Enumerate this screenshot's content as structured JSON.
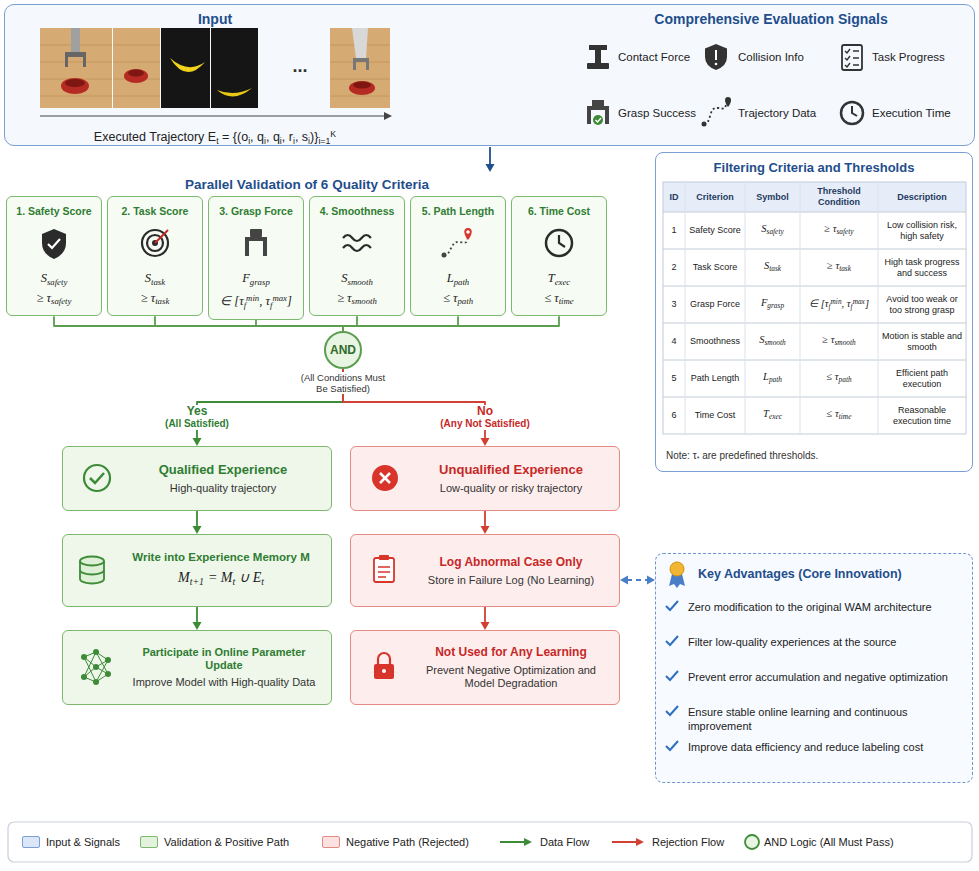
{
  "diagram": {
    "nodes": [
      {
        "text": [
          "Input",
          "Comprehensive Evaluation Signals"
        ]
      },
      {
        "text": [
          "1. Safety Score",
          "S",
          "safety",
          "≥ τ",
          "safety"
        ]
      },
      {
        "text": [
          "2. Task Score",
          "S",
          "task",
          "≥ τ",
          "task"
        ]
      },
      {
        "text": [
          "3. Grasp Force",
          "F",
          "grasp",
          "∈ [τ",
          "f",
          "min",
          ", τ",
          "f",
          "max",
          "]"
        ]
      },
      {
        "text": [
          "4. Smoothness",
          "S",
          "smooth",
          "≥ τ",
          "smooth"
        ]
      },
      {
        "text": [
          "5. Path Length",
          "L",
          "path",
          "≤ τ",
          "path"
        ]
      },
      {
        "text": [
          "6. Time Cost",
          "T",
          "exec",
          "≤ τ",
          "time"
        ]
      },
      {
        "text": [
          "AND"
        ]
      },
      {
        "text": [
          "Qualified Experience",
          "High-quality trajectory"
        ]
      },
      {
        "text": [
          "Write into Experience Memory M",
          "M",
          "t+1",
          "= M",
          "t",
          "∪ E",
          "t"
        ]
      },
      {
        "text": [
          "Participate in Online Parameter Update",
          "Improve Model with High-quality Data"
        ]
      },
      {
        "text": [
          "Unqualified Experience",
          "Low-quality or risky trajectory"
        ]
      },
      {
        "text": [
          "Log Abnormal Case Only",
          "Store in Failure Log (No Learning)"
        ]
      },
      {
        "text": [
          "Not Used for Any Learning",
          "Prevent Negative Optimization and Model Degradation"
        ]
      },
      {
        "text": [
          "Key Advantages (Core Innovation)",
          "Zero modification to the original WAM architecture",
          "Filter low-quality experiences at the source",
          "Prevent error accumulation and negative optimization",
          "Ensure stable online learning and continuous improvement",
          "Improve data efficiency and reduce labeling cost"
        ]
      },
      {
        "text": [
          "Filtering Criteria and Thresholds",
          "Note: τ",
          "*",
          "are predefined thresholds."
        ]
      }
    ],
    "edges": [
      {
        "from": 1,
        "to": 7,
        "arrow": "none"
      },
      {
        "from": 2,
        "to": 7,
        "arrow": "none"
      },
      {
        "from": 3,
        "to": 7,
        "arrow": "none"
      },
      {
        "from": 4,
        "to": 7,
        "arrow": "none"
      },
      {
        "from": 5,
        "to": 7,
        "arrow": "none"
      },
      {
        "from": 6,
        "to": 7,
        "arrow": "none"
      },
      {
        "from": 7,
        "to": 8,
        "arrow": "to"
      },
      {
        "from": 7,
        "to": 11,
        "arrow": "to"
      },
      {
        "from": 8,
        "to": 9,
        "arrow": "to"
      },
      {
        "from": 9,
        "to": 10,
        "arrow": "to"
      },
      {
        "from": 11,
        "to": 12,
        "arrow": "to"
      },
      {
        "from": 12,
        "to": 13,
        "arrow": "to"
      },
      {
        "from": 12,
        "to": 14,
        "arrow": "both"
      }
    ],
    "labels": [
      "...",
      "Executed Trajectory E",
      "t",
      "= {(o",
      "i",
      ", q",
      "i",
      ", q",
      "i",
      ", r",
      "i",
      ", s",
      "i",
      ")}",
      "i=1",
      "K",
      "Contact Force",
      "Collision Info",
      "Task Progress",
      "Grasp Success",
      "Trajectory Data",
      "Execution Time",
      "Parallel Validation of 6 Quality Criteria",
      "(All Conditions Must Be Satisfied)",
      "ID",
      "Criterion",
      "Symbol",
      "Threshold Condition",
      "Description",
      "1",
      "Safety Score",
      "S",
      "safety",
      "≥ τ",
      "safety",
      "Low collision risk, high safety",
      "2",
      "Task Score",
      "S",
      "task",
      "≥ τ",
      "task",
      "High task progress and success",
      "3",
      "Grasp Force",
      "F",
      "grasp",
      "∈ [τ",
      "f",
      "min",
      ", τ",
      "f",
      "max",
      "]",
      "Avoid too weak or too strong grasp",
      "4",
      "Smoothness",
      "S",
      "smooth",
      "≥ τ",
      "smooth",
      "Motion is stable and smooth",
      "5",
      "Path Length",
      "L",
      "path",
      "≤ τ",
      "path",
      "Efficient path execution",
      "6",
      "Time Cost",
      "T",
      "exec",
      "≤ τ",
      "time",
      "Reasonable execution time",
      "Yes",
      "(All Satisfied)",
      "No",
      "(Any Not Satisfied)"
    ],
    "legend": [
      {
        "text": "Input & Signals",
        "color": "#dbe7f8"
      },
      {
        "text": "Validation & Positive Path",
        "color": "#e3f2dc"
      },
      {
        "text": "Negative Path (Rejected)",
        "color": "#fbe1df"
      },
      {
        "text": "Data Flow"
      },
      {
        "text": "Rejection Flow"
      },
      {
        "text": "AND Logic (All Must Pass)"
      }
    ]
  }
}
